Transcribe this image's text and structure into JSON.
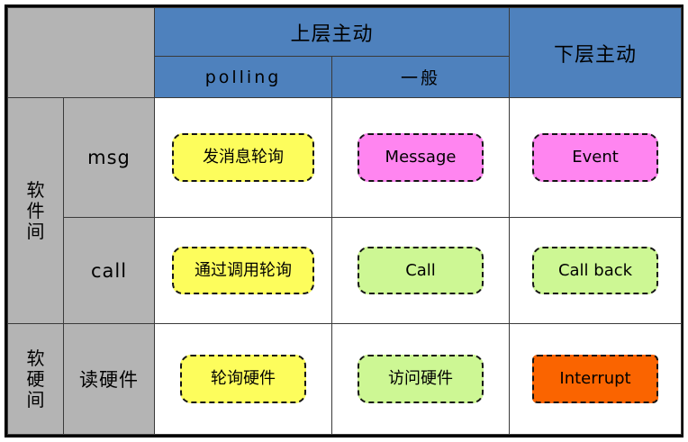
{
  "diagram": {
    "title": "communication-patterns-matrix",
    "corner_label": "",
    "column_groups": [
      {
        "label": "上层主动",
        "span": 2
      },
      {
        "label": "下层主动",
        "span": 1
      }
    ],
    "sub_columns": [
      "polling",
      "一般"
    ],
    "right_column": "下层主动",
    "row_groups": [
      {
        "label": "软件间",
        "rows": [
          "msg",
          "call"
        ]
      },
      {
        "label": "软硬间",
        "rows": [
          "读硬件"
        ]
      }
    ],
    "cells": [
      {
        "row": "msg",
        "col": "polling",
        "label": "发消息轮询",
        "color": "yellow",
        "border": "dashed"
      },
      {
        "row": "msg",
        "col": "一般",
        "label": "Message",
        "color": "pink",
        "border": "dashed"
      },
      {
        "row": "msg",
        "col": "下层主动",
        "label": "Event",
        "color": "pink",
        "border": "dashed"
      },
      {
        "row": "call",
        "col": "polling",
        "label": "通过调用轮询",
        "color": "yellow",
        "border": "dashed"
      },
      {
        "row": "call",
        "col": "一般",
        "label": "Call",
        "color": "green",
        "border": "dashed"
      },
      {
        "row": "call",
        "col": "下层主动",
        "label": "Call back",
        "color": "green",
        "border": "dashed"
      },
      {
        "row": "读硬件",
        "col": "polling",
        "label": "轮询硬件",
        "color": "yellow",
        "border": "dashed"
      },
      {
        "row": "读硬件",
        "col": "一般",
        "label": "访问硬件",
        "color": "green",
        "border": "dashed"
      },
      {
        "row": "读硬件",
        "col": "下层主动",
        "label": "Interrupt",
        "color": "orange",
        "border": "dashed"
      }
    ],
    "colors": {
      "header_blue": "#4e81bd",
      "header_gray": "#b4b4b4",
      "yellow": "#fdfd5c",
      "pink": "#ff85f0",
      "green": "#cdf794",
      "orange": "#fa6400",
      "grid_line": "#3a3a3a",
      "outer_border": "#000000",
      "cell_background": "#ffffff"
    }
  }
}
